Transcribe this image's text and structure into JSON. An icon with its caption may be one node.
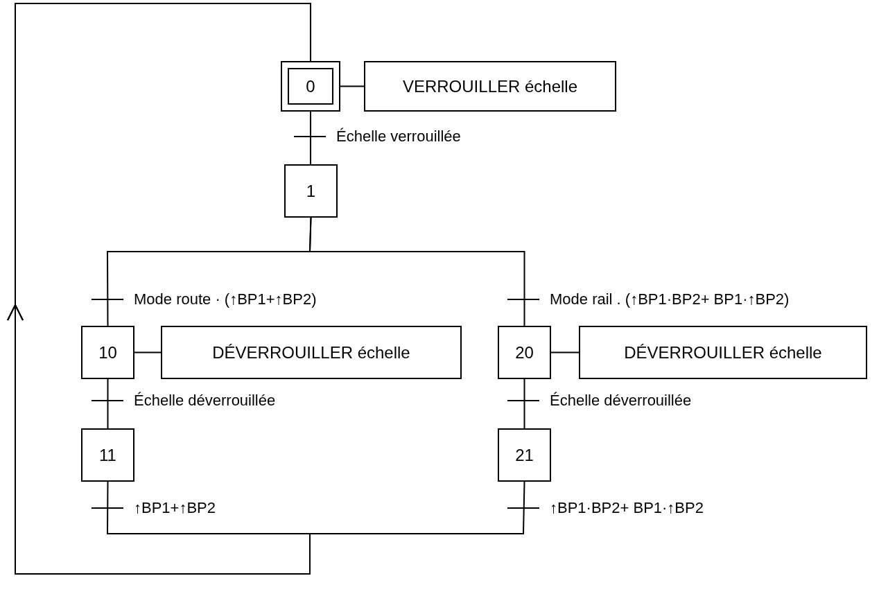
{
  "diagram": {
    "nodes": [
      {
        "text": [
          "0"
        ]
      },
      {
        "text": [
          "VERROUILLER échelle"
        ]
      },
      {
        "text": [
          "1"
        ]
      },
      {
        "text": [
          "10"
        ]
      },
      {
        "text": [
          "DÉVERROUILLER échelle"
        ]
      },
      {
        "text": [
          "11"
        ]
      },
      {
        "text": [
          "20"
        ]
      },
      {
        "text": [
          "DÉVERROUILLER échelle"
        ]
      },
      {
        "text": [
          "21"
        ]
      }
    ],
    "edges": [
      {
        "from": 0,
        "to": 1,
        "arrow": "none"
      },
      {
        "from": 0,
        "to": 2,
        "arrow": "none",
        "label": "Échelle verrouillée"
      },
      {
        "from": 2,
        "to": 3,
        "arrow": "none",
        "label": "Mode route · (↑BP1+↑BP2)"
      },
      {
        "from": 2,
        "to": 6,
        "arrow": "none",
        "label": "Mode rail . (↑BP1·BP2+ BP1·↑BP2)"
      },
      {
        "from": 3,
        "to": 4,
        "arrow": "none"
      },
      {
        "from": 6,
        "to": 7,
        "arrow": "none"
      },
      {
        "from": 3,
        "to": 5,
        "arrow": "none",
        "label": "Échelle déverrouillée"
      },
      {
        "from": 6,
        "to": 8,
        "arrow": "none",
        "label": "Échelle déverrouillée"
      },
      {
        "from": 5,
        "to": 0,
        "arrow": "to",
        "label": "↑BP1+↑BP2"
      },
      {
        "from": 8,
        "to": 0,
        "arrow": "to",
        "label": "↑BP1·BP2+ BP1·↑BP2"
      }
    ]
  }
}
